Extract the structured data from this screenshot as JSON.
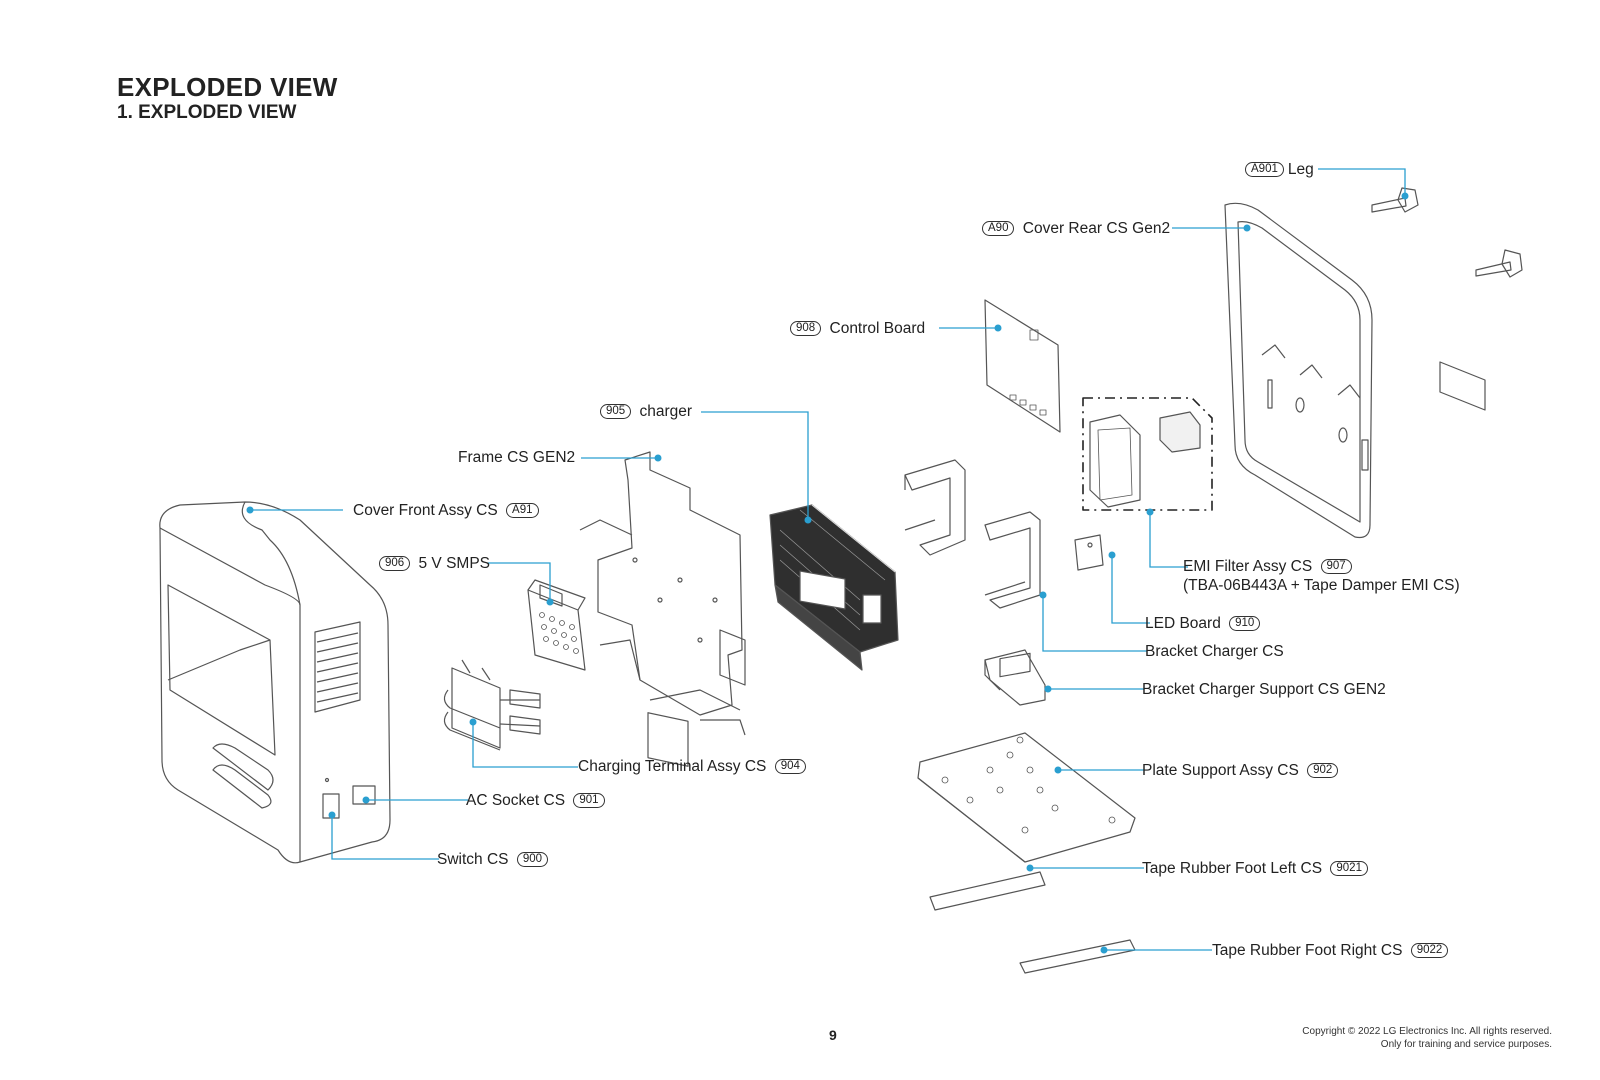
{
  "page": {
    "title": "EXPLODED VIEW",
    "subtitle": "1. EXPLODED VIEW",
    "page_number": "9",
    "copyright_line1": "Copyright © 2022 LG Electronics Inc. All rights reserved.",
    "copyright_line2": "Only for training and service purposes."
  },
  "leader_color": "#2a9fd0",
  "callouts": {
    "leg": {
      "code": "A901",
      "name": "Leg"
    },
    "cover_rear": {
      "code": "A90",
      "name": "Cover Rear CS Gen2"
    },
    "control_board": {
      "code": "908",
      "name": "Control Board"
    },
    "charger": {
      "code": "905",
      "name": "charger"
    },
    "frame": {
      "name": "Frame CS GEN2"
    },
    "cover_front": {
      "code": "A91",
      "name": "Cover Front Assy CS"
    },
    "smps": {
      "code": "906",
      "name": "5 V SMPS"
    },
    "emi_filter": {
      "code": "907",
      "name": "EMI Filter Assy CS",
      "name_line2": "(TBA-06B443A + Tape Damper EMI CS)"
    },
    "led_board": {
      "code": "910",
      "name": "LED Board"
    },
    "bracket_charger": {
      "name": "Bracket Charger CS"
    },
    "bracket_support": {
      "name": "Bracket Charger Support CS GEN2"
    },
    "charging_terminal": {
      "code": "904",
      "name": "Charging Terminal Assy CS"
    },
    "ac_socket": {
      "code": "901",
      "name": "AC Socket CS"
    },
    "switch": {
      "code": "900",
      "name": "Switch CS"
    },
    "plate_support": {
      "code": "902",
      "name": "Plate Support Assy CS"
    },
    "tape_left": {
      "code": "9021",
      "name": "Tape Rubber Foot Left CS"
    },
    "tape_right": {
      "code": "9022",
      "name": "Tape Rubber Foot Right CS"
    }
  }
}
